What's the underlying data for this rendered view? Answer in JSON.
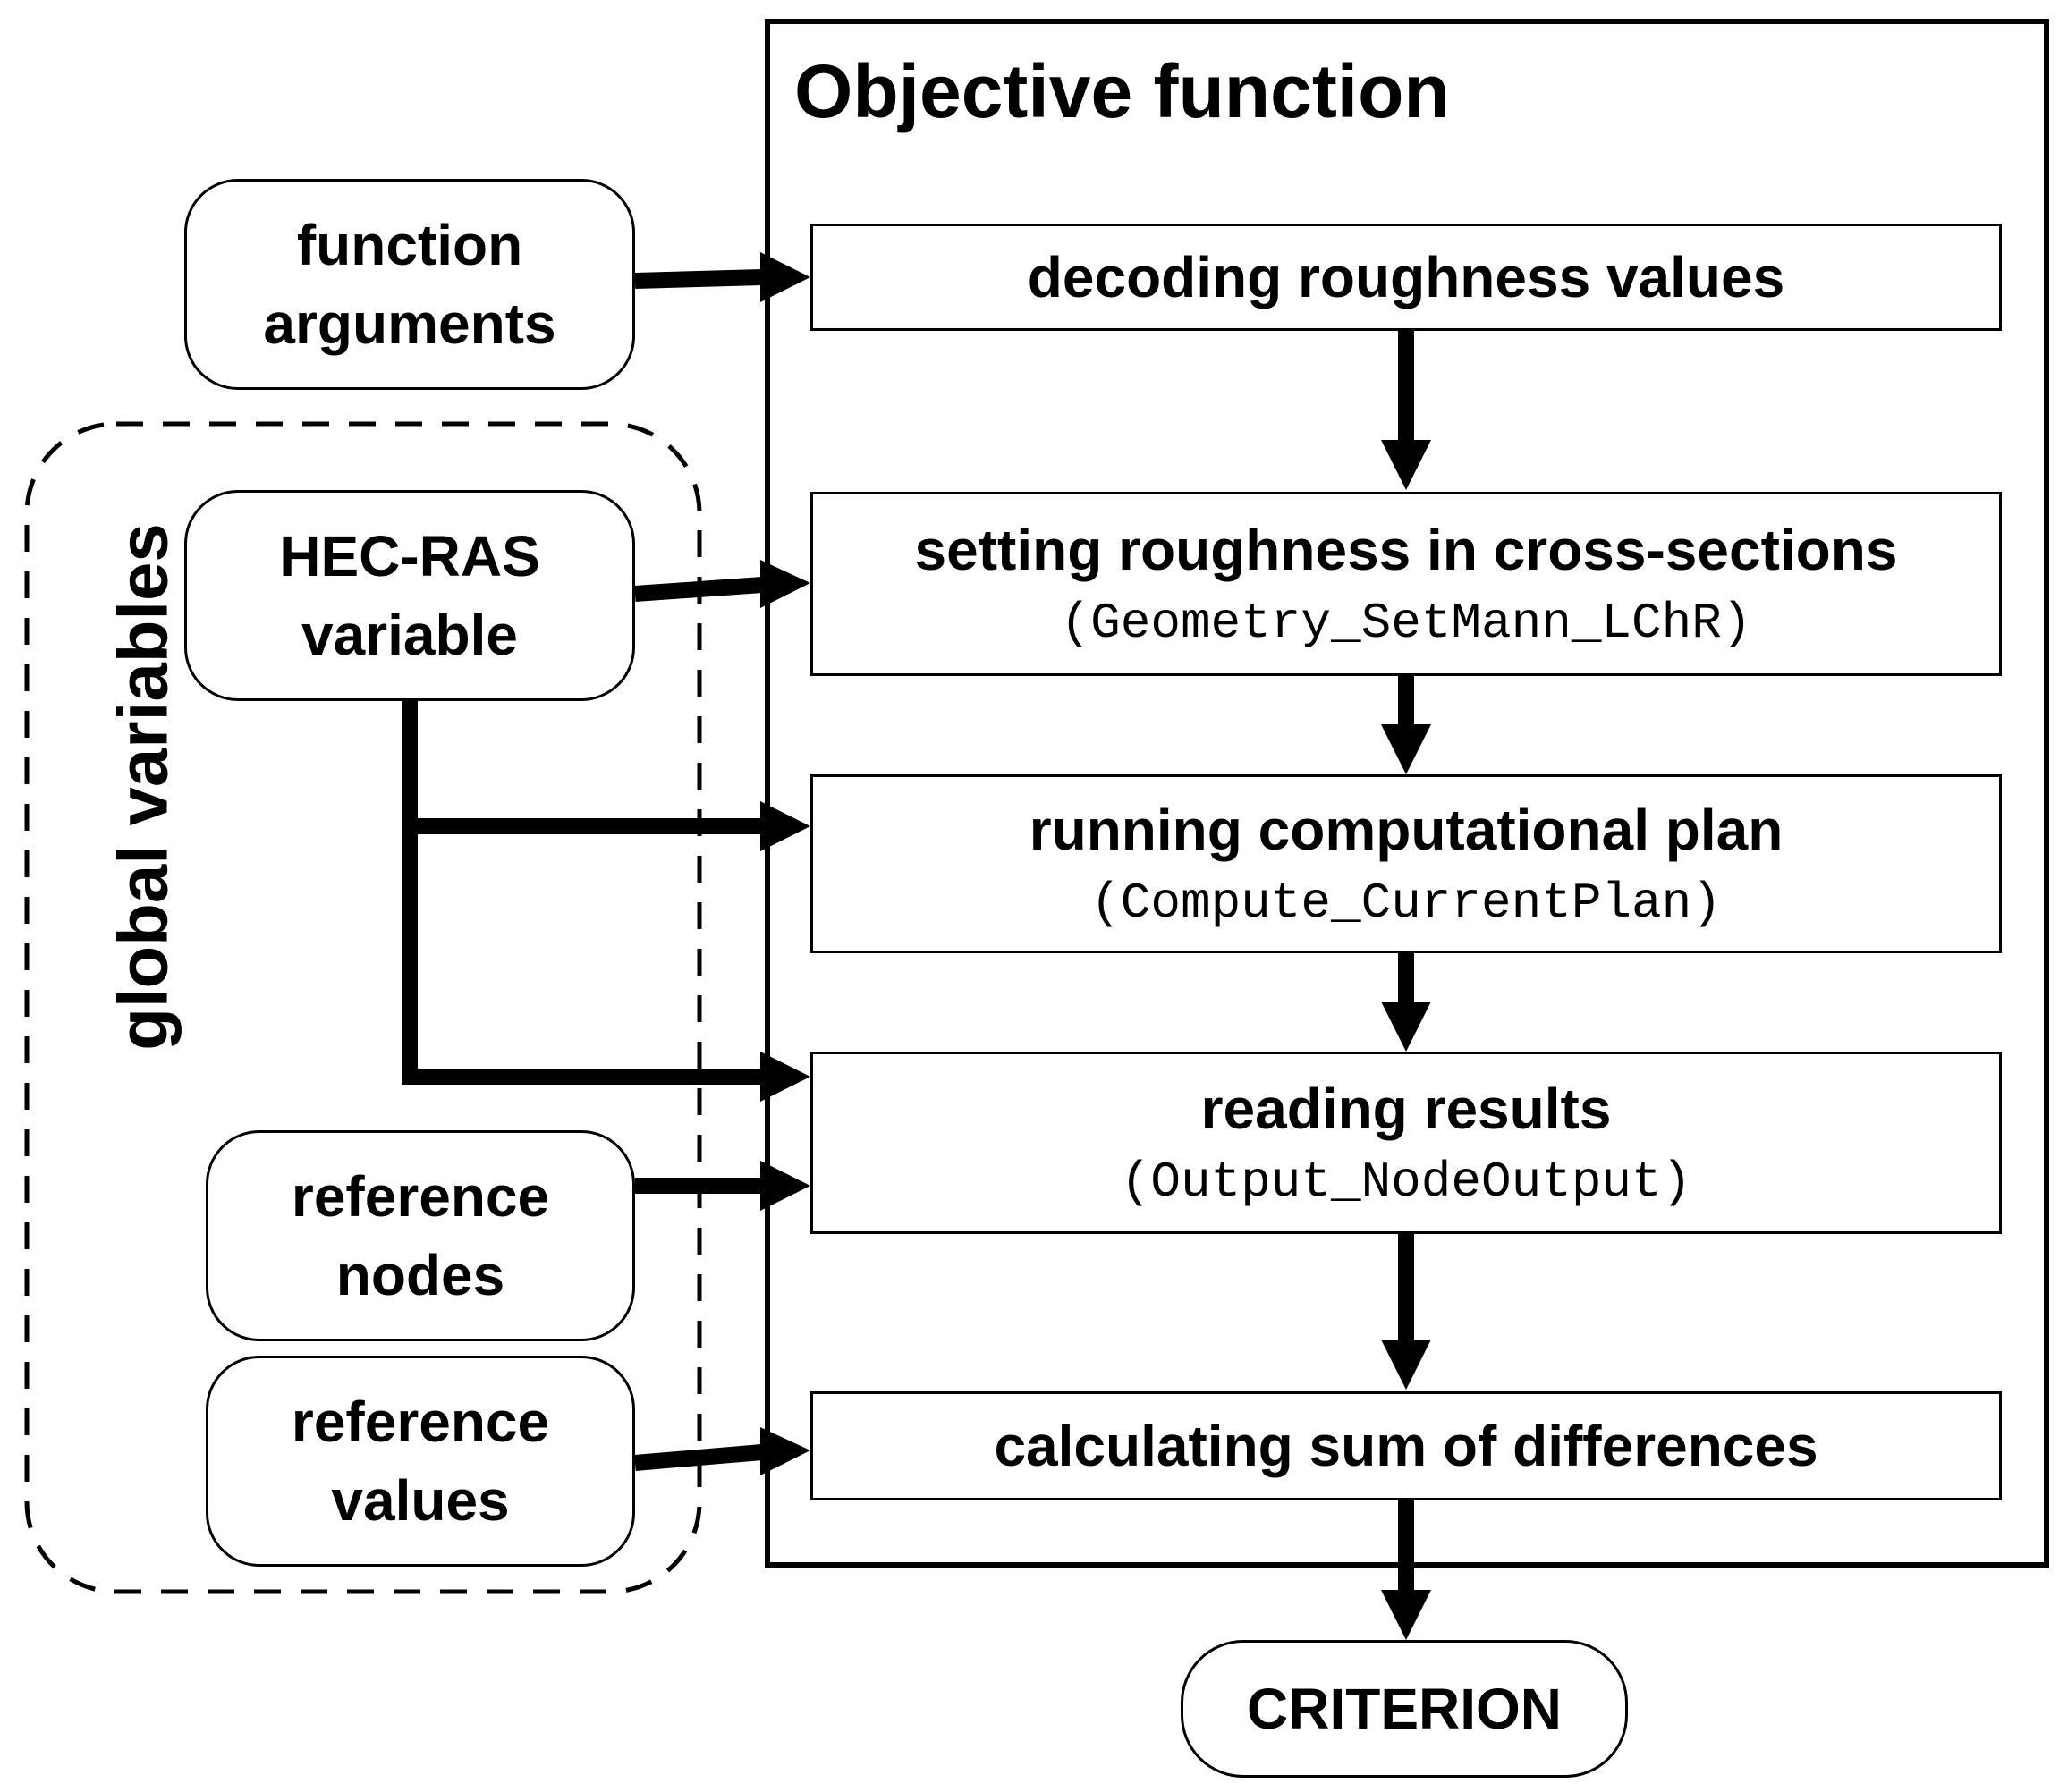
{
  "title": "Objective function",
  "global_variables_label": "global variables",
  "inputs": {
    "function_arguments": [
      "function",
      "arguments"
    ],
    "hec_ras_variable": [
      "HEC-RAS",
      "variable"
    ],
    "reference_nodes": [
      "reference",
      "nodes"
    ],
    "reference_values": [
      "reference",
      "values"
    ]
  },
  "steps": {
    "decoding": {
      "label": "decoding roughness values"
    },
    "setting": {
      "label": "setting roughness in cross-sections",
      "call": "(Geometry_SetMann_LChR)"
    },
    "running": {
      "label": "running computational plan",
      "call": "(Compute_CurrentPlan)"
    },
    "reading": {
      "label": "reading results",
      "call": "(Output_NodeOutput)"
    },
    "calculating": {
      "label": "calculating sum of differences"
    }
  },
  "output": "CRITERION"
}
